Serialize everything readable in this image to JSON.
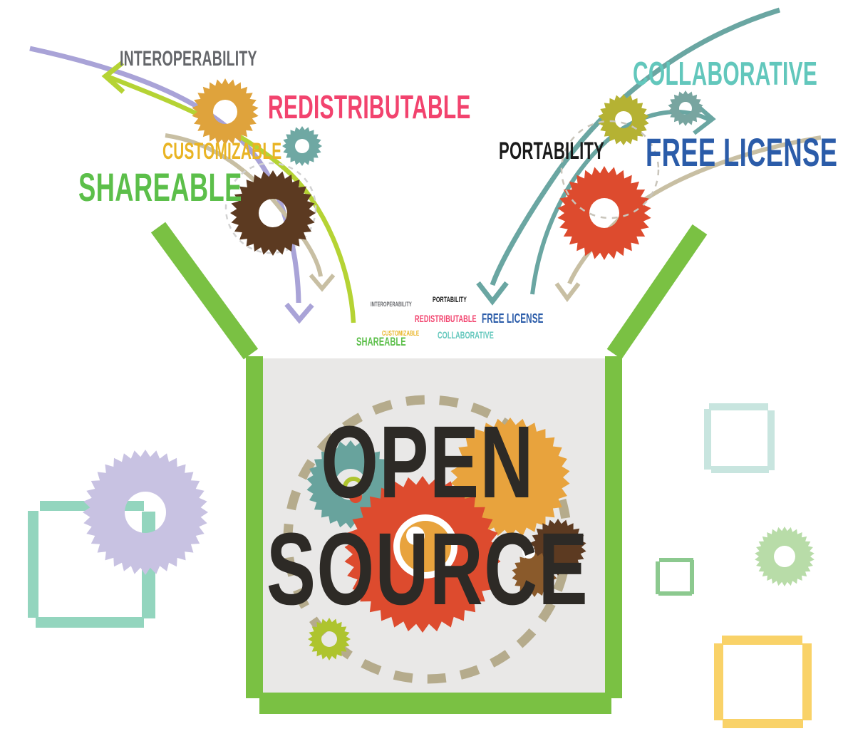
{
  "title": "Open source box infographic",
  "box": {
    "line1": "OPEN",
    "line2": "SOURCE"
  },
  "labels": {
    "interoperability": {
      "text": "INTEROPERABILITY",
      "color": "#64666A"
    },
    "redistributable": {
      "text": "REDISTRIBUTABLE",
      "color": "#F2436E"
    },
    "customizable": {
      "text": "CUSTOMIZABLE",
      "color": "#E9B424"
    },
    "shareable": {
      "text": "SHAREABLE",
      "color": "#5CBF4A"
    },
    "collaborative": {
      "text": "COLLABORATIVE",
      "color": "#62C7BC"
    },
    "portability": {
      "text": "PORTABILITY",
      "color": "#1A1A1A"
    },
    "free_license": {
      "text": "FREE LICENSE",
      "color": "#2B5CA9"
    }
  },
  "palette": {
    "box_green": "#7AC143",
    "box_interior_gray": "#E9E8E7",
    "headline_dark": "#2D2A26",
    "gear_gold": "#DFA33C",
    "gear_orange": "#E8A33D",
    "gear_teal": "#6FA8A3",
    "gear_teal_dark": "#78A5A0",
    "gear_teal_box": "#68A39D",
    "gear_brown": "#5C3A21",
    "gear_brown_medium": "#8A5A2B",
    "gear_olive": "#B5B233",
    "gear_olive_bright": "#AEC42E",
    "gear_red": "#DD4B2E",
    "gear_lavender": "#C8C2E2",
    "gear_light_green": "#B8DCA8",
    "curve_purple": "#A9A3D7",
    "curve_chartreuse": "#B5D334",
    "curve_tan": "#C8BFA3",
    "curve_teal": "#6AA6A2",
    "dash_gray": "#D2D2D2",
    "dash_warm_gray": "#C9C5BB",
    "dash_tan": "#B5AB8C",
    "square_mint": "#93D5BE",
    "square_pale_teal": "#C8E5DF",
    "square_small_green": "#8CC98F",
    "square_yellow": "#F9D268"
  }
}
